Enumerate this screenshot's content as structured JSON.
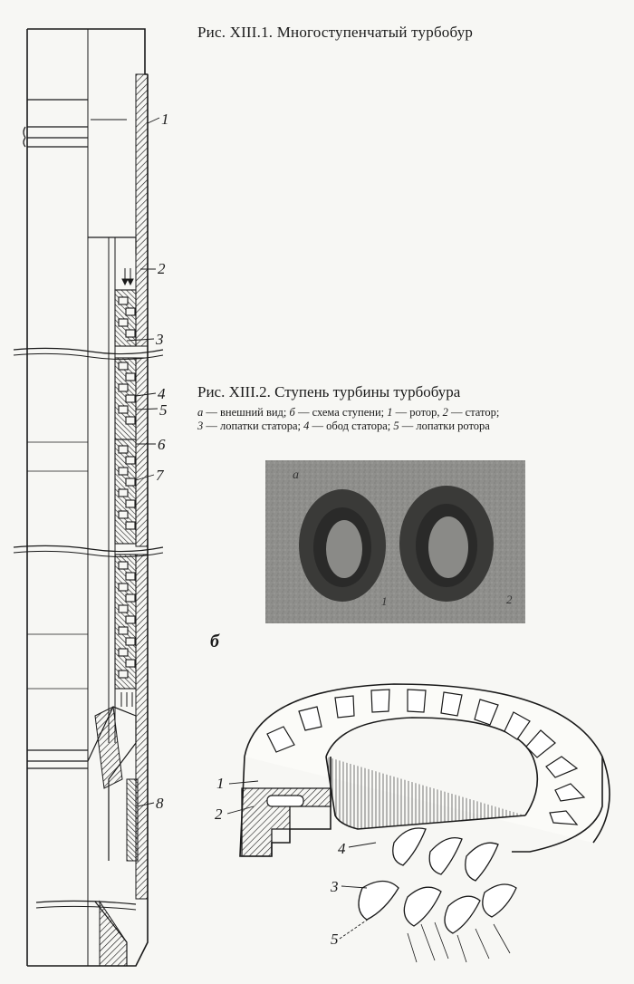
{
  "figure1": {
    "caption": "Рис. XIII.1. Многоступенчатый турбобур",
    "callouts": [
      "1",
      "2",
      "3",
      "4",
      "5",
      "6",
      "7",
      "8"
    ]
  },
  "figure2": {
    "caption": "Рис. XIII.2. Ступень турбины турбобура",
    "legend_line1": [
      {
        "k": "а",
        "t": " — внешний вид; "
      },
      {
        "k": "б",
        "t": " — схема ступени; "
      },
      {
        "k": "1",
        "t": " — ротор, "
      },
      {
        "k": "2",
        "t": " — статор;"
      }
    ],
    "legend_line2": [
      {
        "k": "3",
        "t": " — лопатки статора; "
      },
      {
        "k": "4",
        "t": " — обод статора; "
      },
      {
        "k": "5",
        "t": " — лопатки ротора"
      }
    ],
    "photo_label_a": "а",
    "photo_label_1": "1",
    "photo_label_2": "2",
    "panel_b_label": "б",
    "diagram_callouts": [
      "1",
      "2",
      "3",
      "4",
      "5"
    ]
  }
}
